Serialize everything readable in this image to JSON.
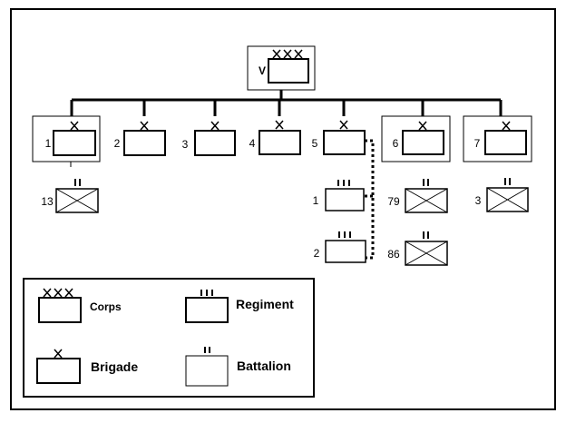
{
  "corps": {
    "id": "V",
    "echelon_mark": "XXX"
  },
  "brigades": [
    {
      "id": "1",
      "echelon_mark": "X",
      "attached": [
        {
          "id": "13",
          "echelon_mark": "II",
          "infantry": true
        }
      ]
    },
    {
      "id": "2",
      "echelon_mark": "X",
      "attached": []
    },
    {
      "id": "3",
      "echelon_mark": "X",
      "attached": []
    },
    {
      "id": "4",
      "echelon_mark": "X",
      "attached": []
    },
    {
      "id": "5",
      "echelon_mark": "X",
      "attached": [
        {
          "id": "1",
          "echelon_mark": "III",
          "infantry": false
        },
        {
          "id": "2",
          "echelon_mark": "III",
          "infantry": false
        }
      ]
    },
    {
      "id": "6",
      "echelon_mark": "X",
      "attached": [
        {
          "id": "79",
          "echelon_mark": "II",
          "infantry": true
        },
        {
          "id": "86",
          "echelon_mark": "II",
          "infantry": true
        }
      ]
    },
    {
      "id": "7",
      "echelon_mark": "X",
      "attached": [
        {
          "id": "3",
          "echelon_mark": "II",
          "infantry": true
        }
      ]
    }
  ],
  "legend": {
    "items": [
      {
        "key": "corps",
        "label": "Corps",
        "echelon_mark": "XXX"
      },
      {
        "key": "regiment",
        "label": "Regiment",
        "echelon_mark": "III"
      },
      {
        "key": "brigade",
        "label": "Brigade",
        "echelon_mark": "X"
      },
      {
        "key": "battalion",
        "label": "Battalion",
        "echelon_mark": "II"
      }
    ]
  }
}
